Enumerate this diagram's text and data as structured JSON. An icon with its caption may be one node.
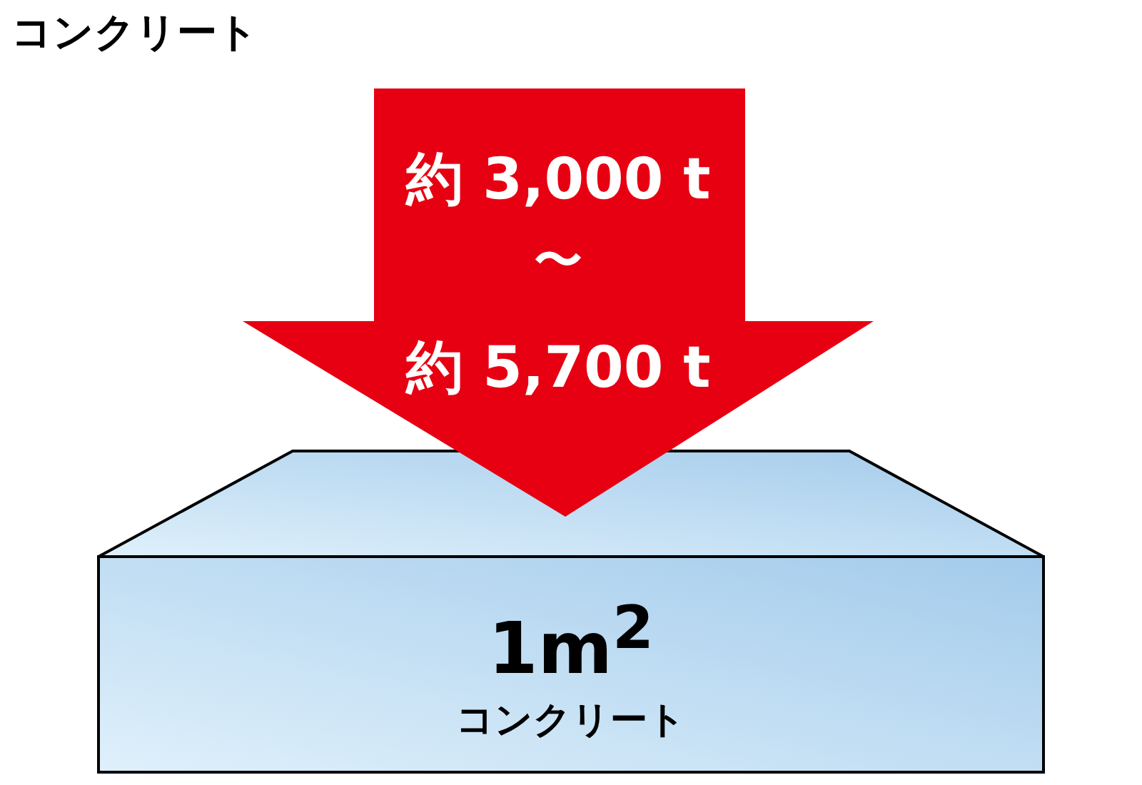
{
  "diagram": {
    "title": "コンクリート",
    "nodes": [
      {
        "text": [
          "約 3,000 t",
          "〜",
          "約 5,700 t"
        ]
      },
      {
        "text": [
          "1m$^{2}$",
          "コンクリート"
        ]
      }
    ],
    "edges": []
  }
}
